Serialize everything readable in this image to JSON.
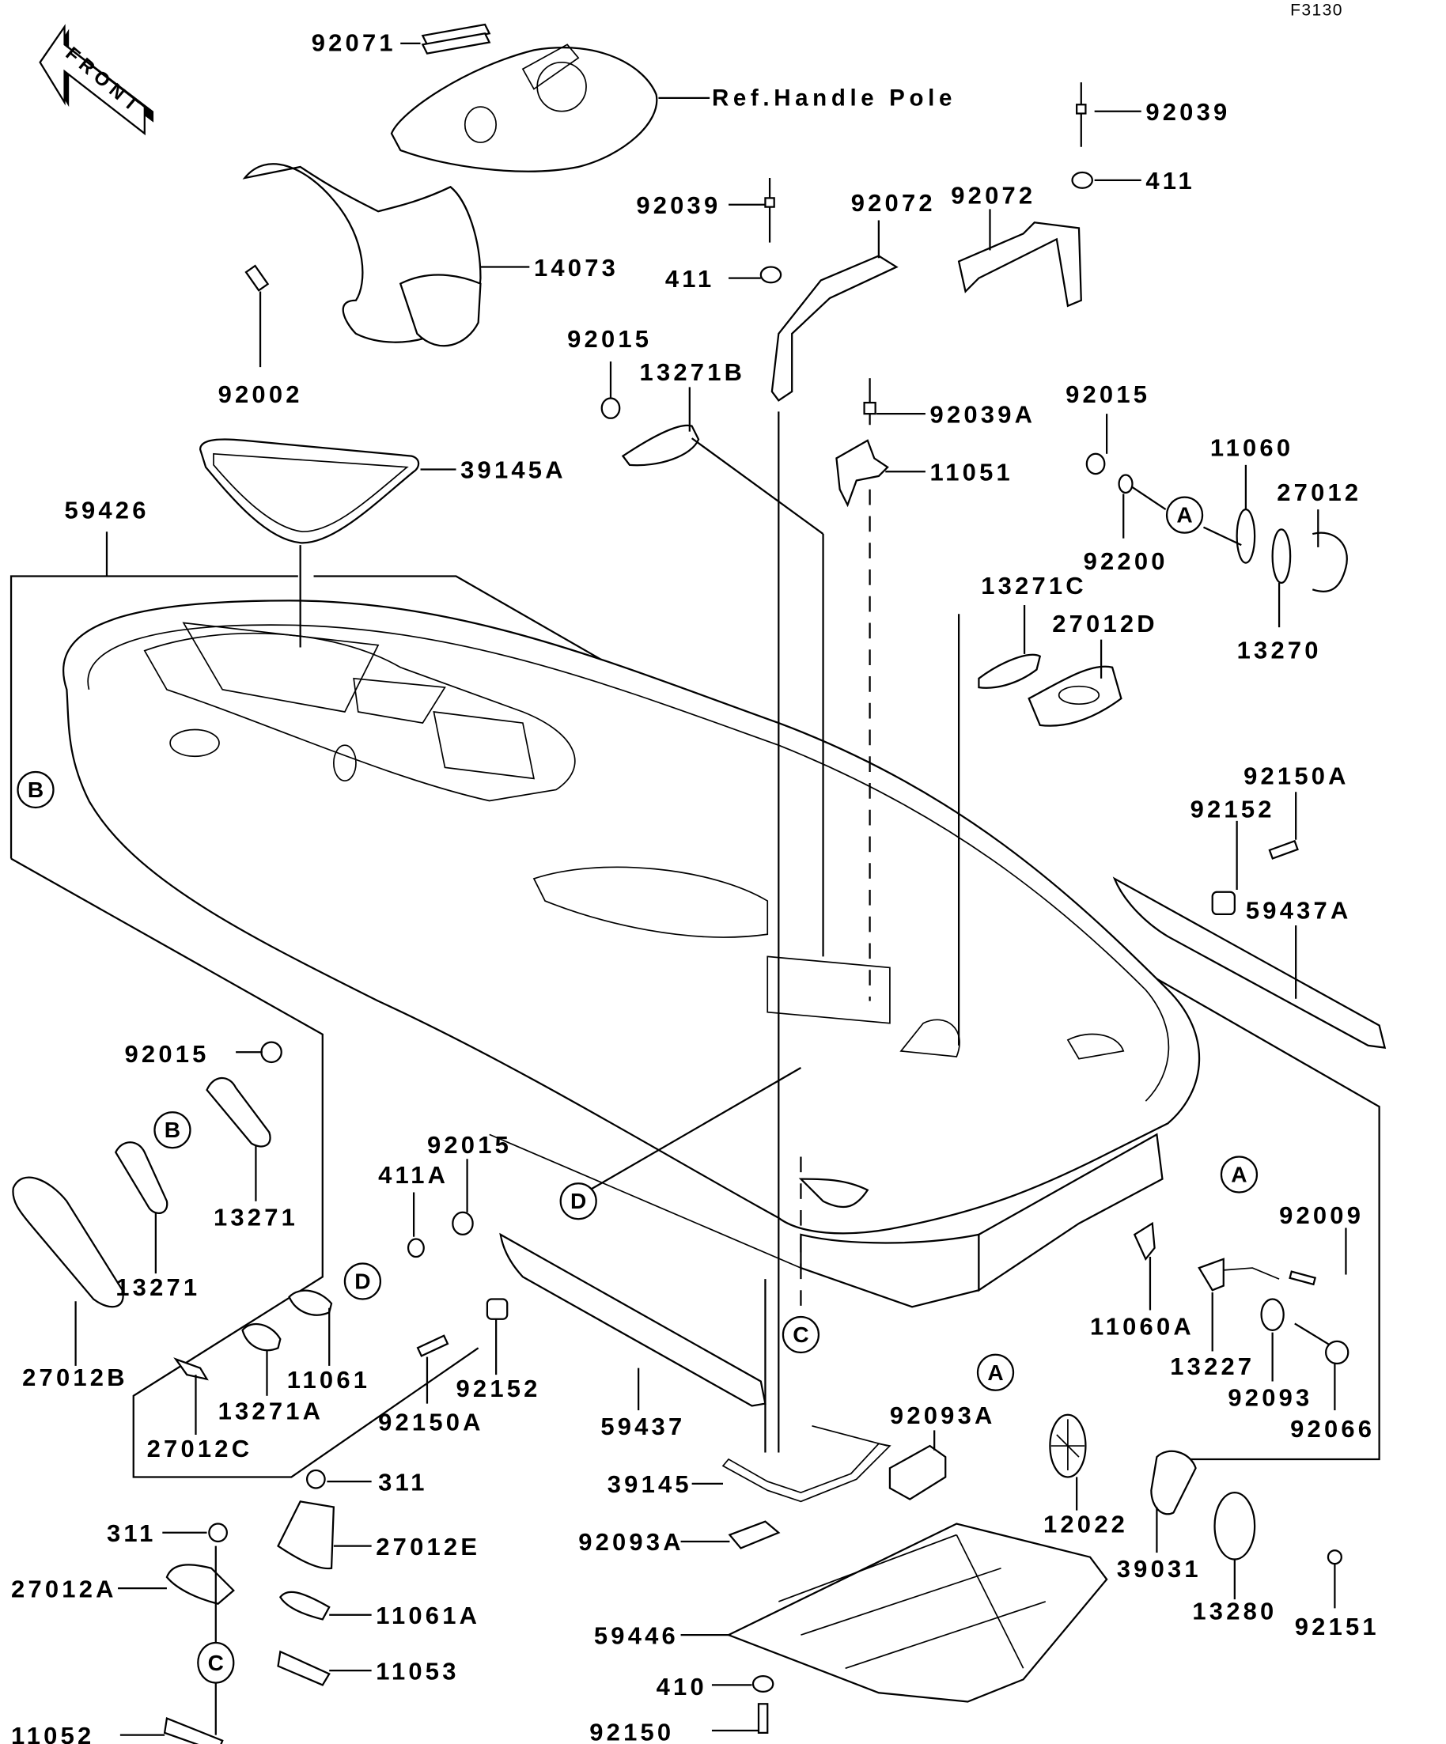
{
  "figure_id": "F3130",
  "direction_arrow": {
    "label": "FRONT",
    "icon": "front-arrow-icon"
  },
  "reference_note": "Ref.Handle Pole",
  "callouts": [
    "A",
    "B",
    "C",
    "D"
  ],
  "parts": [
    "92071",
    "14073",
    "92002",
    "92039",
    "92072",
    "411",
    "92015",
    "13271B",
    "92039A",
    "11051",
    "92200",
    "11060",
    "27012",
    "13270",
    "39145A",
    "59426",
    "13271C",
    "27012D",
    "92150A",
    "92152",
    "59437A",
    "13271",
    "27012B",
    "411A",
    "11061",
    "13271A",
    "27012C",
    "92009",
    "11060A",
    "13227",
    "92093",
    "92066",
    "59437",
    "39145",
    "92093A",
    "12022",
    "39031",
    "13280",
    "92151",
    "311",
    "27012E",
    "27012A",
    "11061A",
    "11053",
    "11052",
    "59446",
    "410",
    "92150"
  ],
  "labels": {
    "l92071": "92071",
    "l14073": "14073",
    "l92002": "92002",
    "l92039a": "92039",
    "l92039b": "92039",
    "l92072a": "92072",
    "l92072b": "92072",
    "l411a": "411",
    "l411b": "411",
    "l92015a": "92015",
    "l92015b": "92015",
    "l92015c": "92015",
    "l92015d": "92015",
    "l13271B": "13271B",
    "l92039A": "92039A",
    "l11051": "11051",
    "l92200": "92200",
    "l11060": "11060",
    "l27012": "27012",
    "l13270": "13270",
    "l39145A": "39145A",
    "l59426": "59426",
    "l13271C": "13271C",
    "l27012D": "27012D",
    "l92150Aa": "92150A",
    "l92150Ab": "92150A",
    "l92152a": "92152",
    "l92152b": "92152",
    "l59437A": "59437A",
    "l13271a": "13271",
    "l13271b": "13271",
    "l27012B": "27012B",
    "l411A": "411A",
    "l11061": "11061",
    "l13271A": "13271A",
    "l27012C": "27012C",
    "l92009": "92009",
    "l11060A": "11060A",
    "l13227": "13227",
    "l92093": "92093",
    "l92066": "92066",
    "l59437": "59437",
    "l39145": "39145",
    "l92093Aa": "92093A",
    "l92093Ab": "92093A",
    "l12022": "12022",
    "l39031": "39031",
    "l13280": "13280",
    "l92151": "92151",
    "l311a": "311",
    "l311b": "311",
    "l27012E": "27012E",
    "l27012A": "27012A",
    "l11061A": "11061A",
    "l11053": "11053",
    "l11052": "11052",
    "l59446": "59446",
    "l410": "410",
    "l92150": "92150"
  }
}
